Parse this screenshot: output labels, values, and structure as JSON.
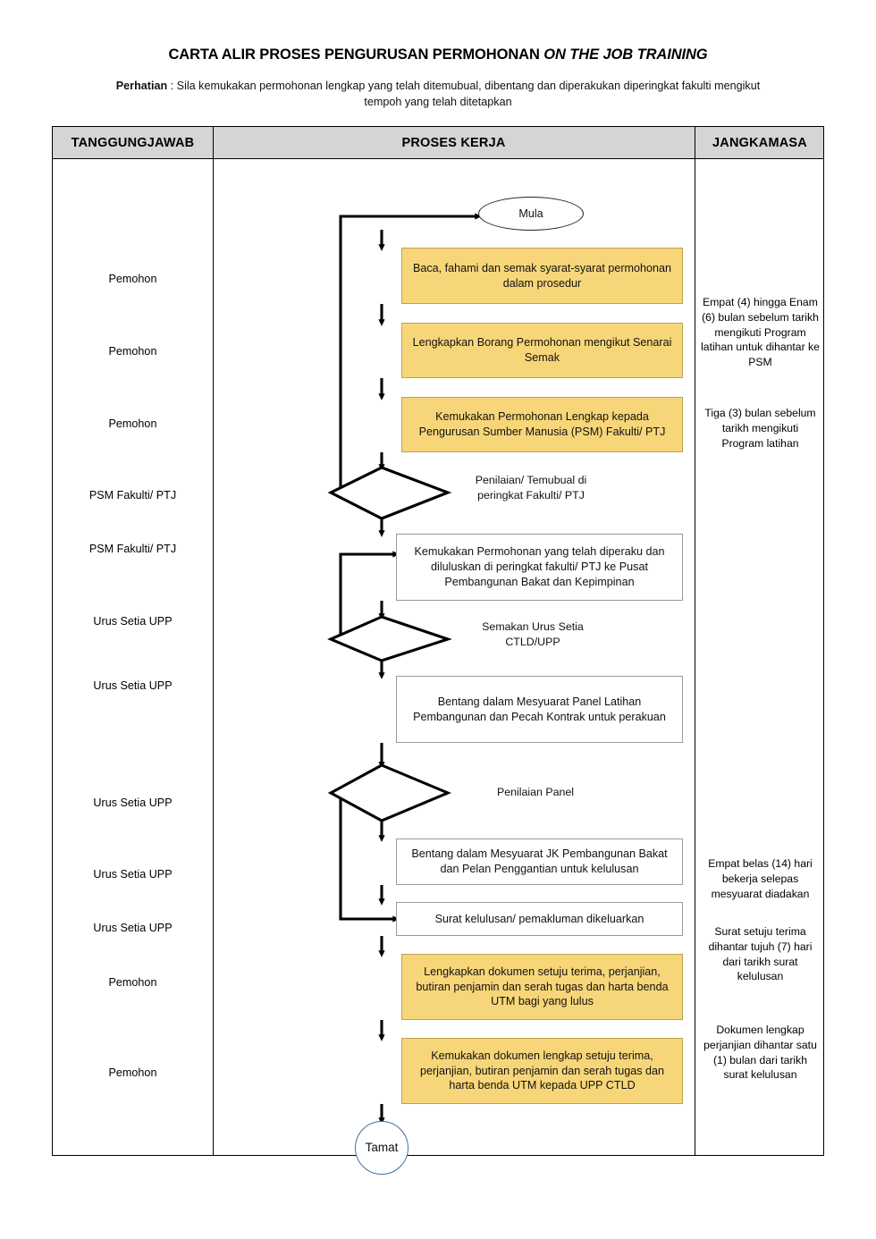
{
  "document": {
    "title_main": "CARTA ALIR PROSES PENGURUSAN PERMOHONAN ",
    "title_italic": "ON THE JOB TRAINING",
    "note_label": "Perhatian",
    "note_text": " : Sila kemukakan permohonan lengkap yang telah ditemubual, dibentang dan diperakukan diperingkat fakulti mengikut tempoh yang telah ditetapkan"
  },
  "table": {
    "headers": {
      "responsibility": "TANGGUNGJAWAB",
      "process": "PROSES KERJA",
      "duration": "JANGKAMASA"
    }
  },
  "responsibilities": [
    {
      "label": "Pemohon"
    },
    {
      "label": "Pemohon"
    },
    {
      "label": "Pemohon"
    },
    {
      "label": "PSM Fakulti/ PTJ"
    },
    {
      "label": "PSM Fakulti/ PTJ"
    },
    {
      "label": "Urus Setia UPP"
    },
    {
      "label": "Urus Setia UPP"
    },
    {
      "label": "Urus Setia UPP"
    },
    {
      "label": "Urus Setia UPP"
    },
    {
      "label": "Urus Setia UPP"
    },
    {
      "label": "Pemohon"
    },
    {
      "label": "Pemohon"
    }
  ],
  "durations": [
    {
      "text": "Empat (4) hingga Enam (6) bulan sebelum tarikh mengikuti Program latihan untuk dihantar ke PSM"
    },
    {
      "text": "Tiga (3) bulan sebelum tarikh mengikuti Program latihan"
    },
    {
      "text": "Empat belas (14) hari bekerja selepas mesyuarat diadakan"
    },
    {
      "text": "Surat setuju terima dihantar tujuh (7) hari dari tarikh surat kelulusan"
    },
    {
      "text": "Dokumen lengkap perjanjian dihantar satu (1) bulan dari tarikh surat kelulusan"
    }
  ],
  "flow": {
    "start": "Mula",
    "end": "Tamat",
    "nodes": [
      {
        "id": "n1",
        "text": "Baca, fahami dan semak syarat-syarat permohonan dalam prosedur",
        "style": "yellow"
      },
      {
        "id": "n2",
        "text": "Lengkapkan Borang Permohonan mengikut Senarai Semak",
        "style": "yellow"
      },
      {
        "id": "n3",
        "text": "Kemukakan Permohonan Lengkap kepada Pengurusan Sumber Manusia (PSM) Fakulti/ PTJ",
        "style": "yellow"
      },
      {
        "id": "n4",
        "text": "Kemukakan Permohonan yang telah diperaku dan diluluskan di peringkat fakulti/ PTJ ke Pusat Pembangunan Bakat dan Kepimpinan",
        "style": "plain"
      },
      {
        "id": "n5",
        "text": "Bentang dalam Mesyuarat Panel Latihan Pembangunan dan Pecah Kontrak untuk perakuan",
        "style": "plain"
      },
      {
        "id": "n6",
        "text": "Bentang dalam Mesyuarat JK Pembangunan Bakat dan Pelan Penggantian untuk kelulusan",
        "style": "plain"
      },
      {
        "id": "n7",
        "text": "Surat kelulusan/ pemakluman dikeluarkan",
        "style": "plain"
      },
      {
        "id": "n8",
        "text": "Lengkapkan dokumen setuju terima, perjanjian, butiran penjamin dan serah tugas dan harta benda UTM bagi yang lulus",
        "style": "yellow"
      },
      {
        "id": "n9",
        "text": "Kemukakan dokumen lengkap setuju terima, perjanjian, butiran penjamin dan serah tugas dan harta benda UTM kepada UPP CTLD",
        "style": "yellow"
      }
    ],
    "decisions": [
      {
        "id": "d1",
        "label": "Penilaian/ Temubual di peringkat Fakulti/ PTJ"
      },
      {
        "id": "d2",
        "label": "Semakan Urus Setia CTLD/UPP"
      },
      {
        "id": "d3",
        "label": "Penilaian Panel"
      }
    ]
  },
  "colors": {
    "process_fill": "#F7D679",
    "process_border": "#bfa14e",
    "plain_border": "#9a9a9a",
    "header_fill": "#d5d5d5",
    "end_border": "#41719C",
    "line": "#000000"
  }
}
